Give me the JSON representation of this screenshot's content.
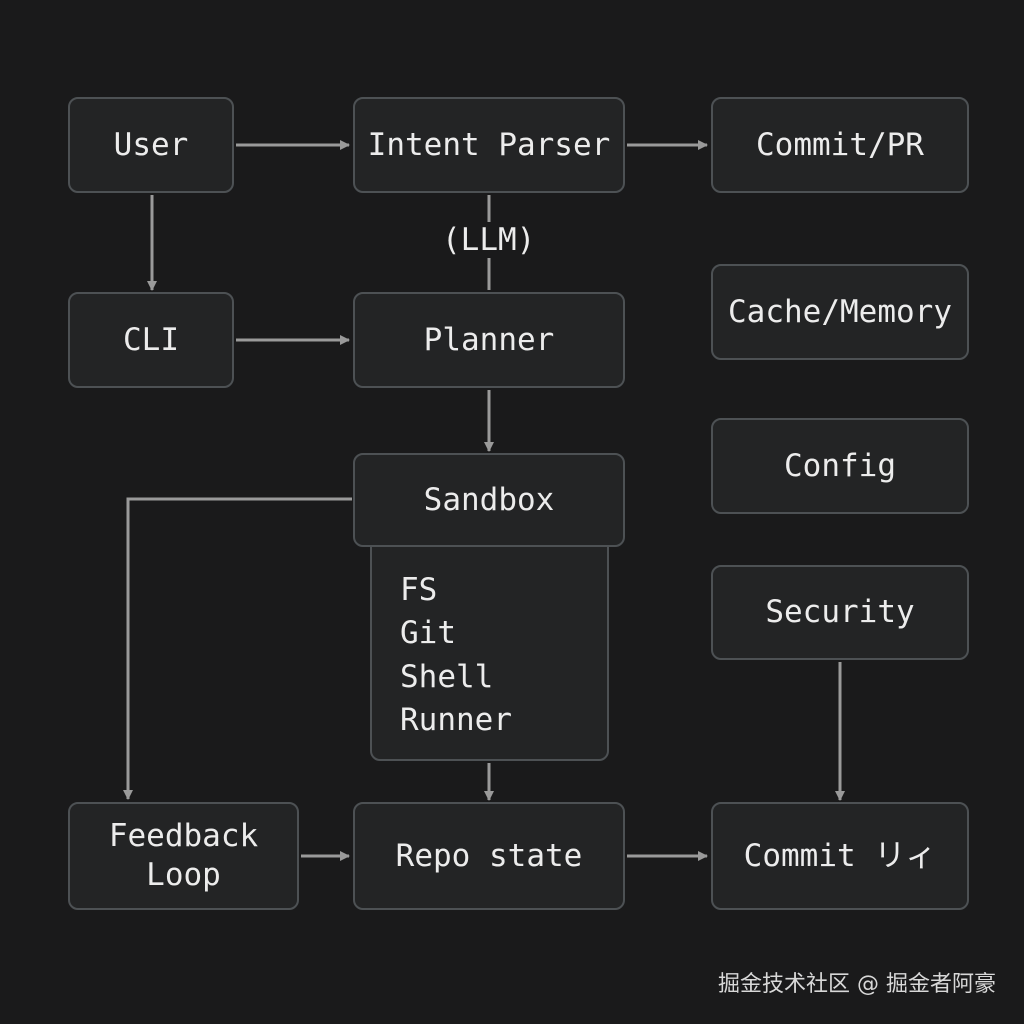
{
  "diagram": {
    "nodes": {
      "user": "User",
      "intent_parser": "Intent Parser",
      "commit_pr_top": "Commit/PR",
      "cli": "CLI",
      "planner": "Planner",
      "cache_memory": "Cache/Memory",
      "config": "Config",
      "sandbox": "Sandbox",
      "sandbox_tools": "FS\nGit\nShell\nRunner",
      "security": "Security",
      "feedback_loop": "Feedback\nLoop",
      "repo_state": "Repo state",
      "commit_pr_bottom": "Commit リィ"
    },
    "edge_labels": {
      "intent_to_planner": "(LLM)"
    }
  },
  "watermark": "掘金技术社区 @ 掘金者阿豪",
  "colors": {
    "background": "#1a1a1b",
    "node_fill": "#232425",
    "node_border": "#4d5154",
    "connector": "#9a9a9a",
    "text": "#ececec"
  }
}
